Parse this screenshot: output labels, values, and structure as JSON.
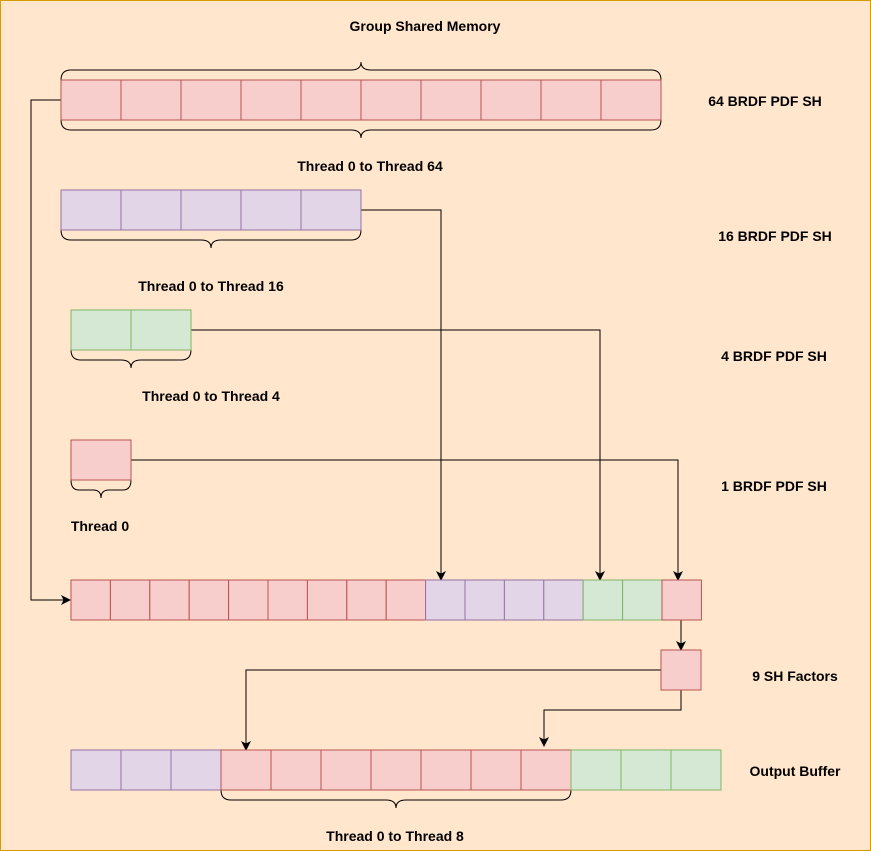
{
  "title": "Group Shared Memory",
  "colors": {
    "background": "#FFE6CC",
    "border": "#D79B00",
    "red_fill": "#F8CECC",
    "red_stroke": "#B85450",
    "purple_fill": "#E1D5E7",
    "purple_stroke": "#9673A6",
    "green_fill": "#D5E8D4",
    "green_stroke": "#82B366"
  },
  "rows": {
    "sh64": {
      "label": "64 BRDF PDF SH",
      "thread_label": "Thread 0 to Thread 64",
      "cells": 10,
      "color": "red"
    },
    "sh16": {
      "label": "16 BRDF PDF SH",
      "thread_label": "Thread 0 to Thread 16",
      "cells": 5,
      "color": "purple"
    },
    "sh4": {
      "label": "4 BRDF PDF SH",
      "thread_label": "Thread 0 to Thread 4",
      "cells": 2,
      "color": "green"
    },
    "sh1": {
      "label": "1 BRDF PDF SH",
      "thread_label": "Thread 0",
      "cells": 1,
      "color": "red"
    },
    "combined": {
      "segments": [
        {
          "color": "red",
          "cells": 9
        },
        {
          "color": "purple",
          "cells": 4
        },
        {
          "color": "green",
          "cells": 2
        },
        {
          "color": "red",
          "cells": 1
        }
      ]
    },
    "factors": {
      "label": "9 SH Factors",
      "cells": 1,
      "color": "red"
    },
    "output": {
      "label": "Output Buffer",
      "thread_label": "Thread 0 to Thread 8",
      "segments": [
        {
          "color": "purple",
          "cells": 3
        },
        {
          "color": "red",
          "cells": 7
        },
        {
          "color": "green",
          "cells": 3
        }
      ]
    }
  }
}
